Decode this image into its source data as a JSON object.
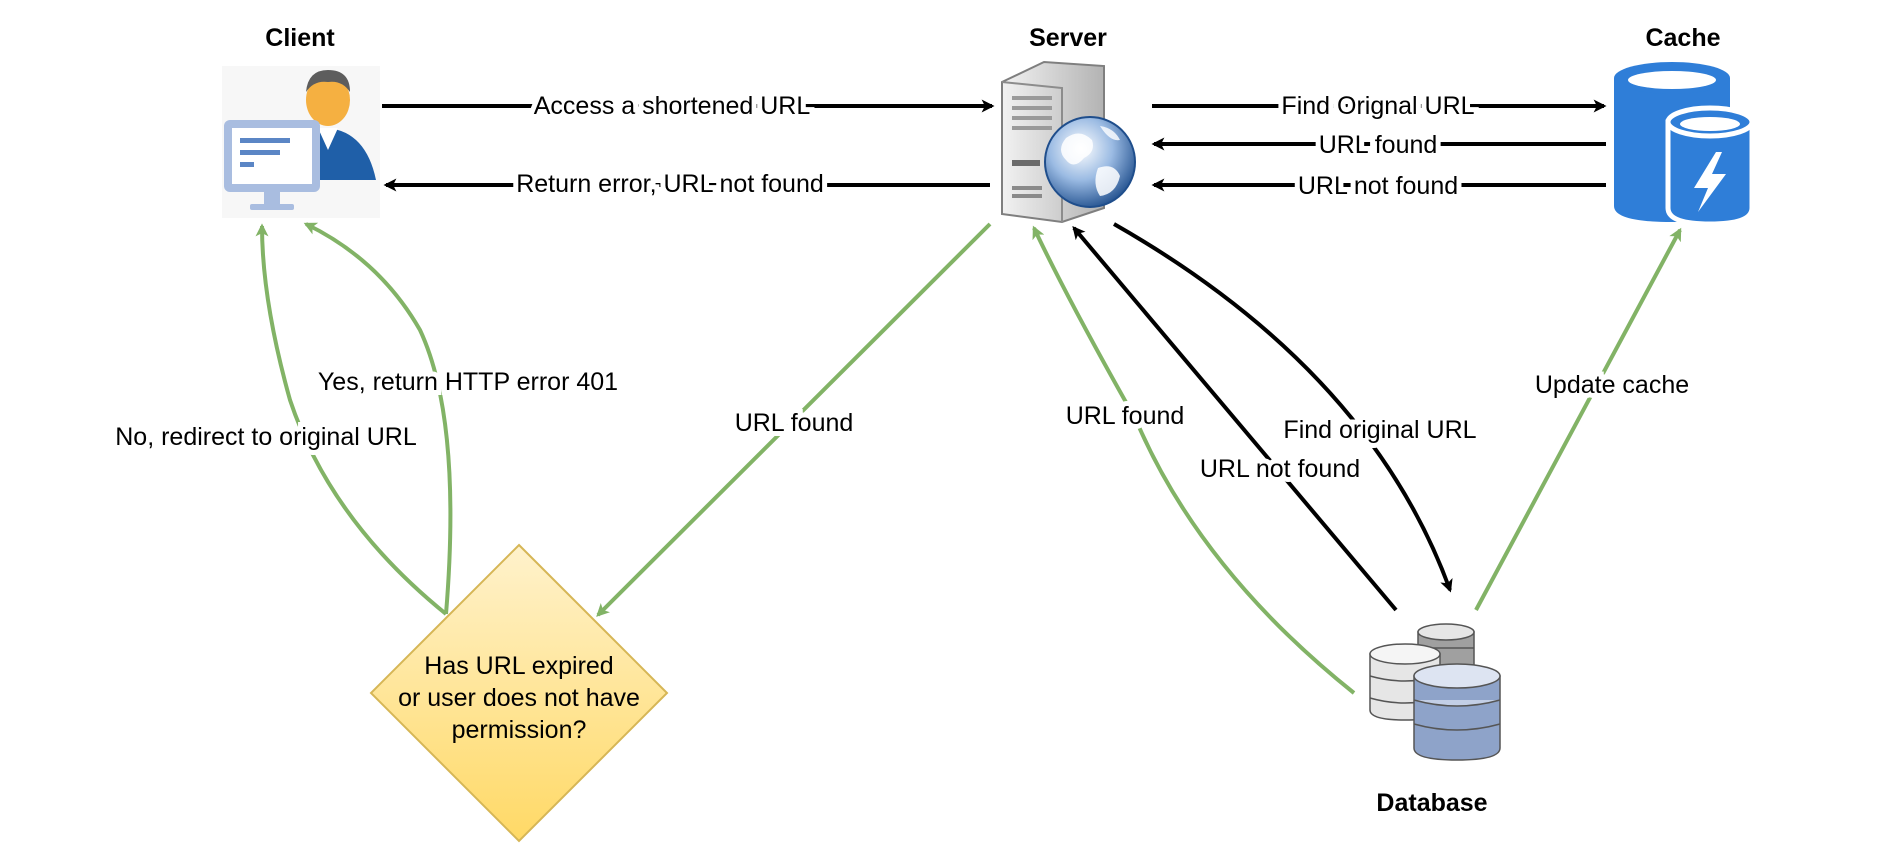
{
  "nodes": {
    "client": "Client",
    "server": "Server",
    "cache": "Cache",
    "database": "Database",
    "decision": [
      "Has URL expired",
      "or user does not have",
      "permission?"
    ]
  },
  "edges": {
    "access_url": "Access a shortened URL",
    "return_error": "Return error, URL not found",
    "find_original_cache": "Find Orignal URL",
    "cache_url_found": "URL found",
    "cache_url_not_found": "URL not found",
    "yes_401": "Yes, return HTTP error 401",
    "no_redirect": "No, redirect to original URL",
    "server_url_found": "URL found",
    "db_url_found": "URL found",
    "find_original_db": "Find original URL",
    "db_url_not_found": "URL not found",
    "update_cache": "Update cache"
  },
  "colors": {
    "black_arrow": "#000000",
    "green_arrow": "#82b366",
    "decision_fill_top": "#fff2cc",
    "decision_fill_bottom": "#ffd966",
    "decision_stroke": "#d6b656",
    "cache_blue": "#2f7ed8",
    "db_blue": "#8ea3c9",
    "db_grey": "#e6e6e6"
  },
  "icons": {
    "client": "client-computer-user-icon",
    "server": "web-server-globe-icon",
    "cache": "cache-database-lightning-icon",
    "database": "database-cluster-icon"
  }
}
